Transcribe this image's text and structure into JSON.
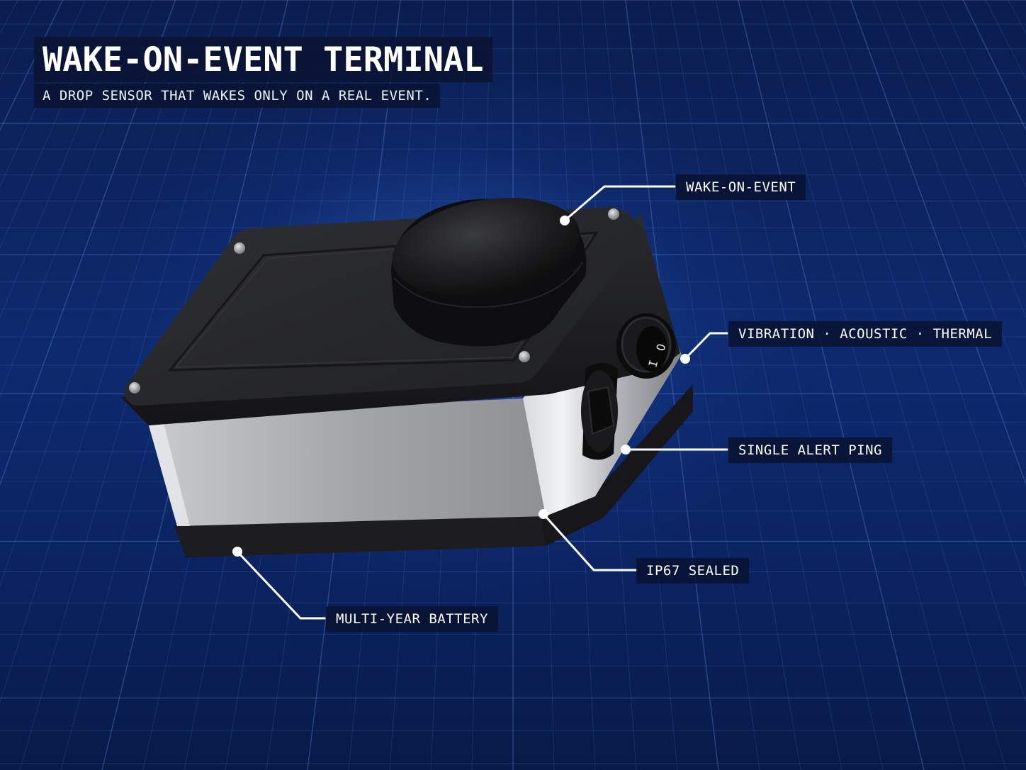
{
  "header": {
    "title": "WAKE-ON-EVENT TERMINAL",
    "subtitle": "A DROP SENSOR THAT WAKES ONLY ON A REAL EVENT."
  },
  "callouts": {
    "wake_on_event": "WAKE-ON-EVENT",
    "sensing": "VIBRATION · ACOUSTIC · THERMAL",
    "alert": "SINGLE ALERT PING",
    "sealed": "IP67 SEALED",
    "battery": "MULTI-YEAR BATTERY"
  },
  "switch_marks": {
    "off": "O",
    "on": "I"
  },
  "colors": {
    "background_deep": "#081a48",
    "background_glow": "#3c78e6",
    "grid_line": "#4a78c8",
    "label_background": "#081230",
    "leader_line": "#ffffff",
    "device_dark": "#1c1c1e",
    "device_silver": "#9a9ca0"
  }
}
